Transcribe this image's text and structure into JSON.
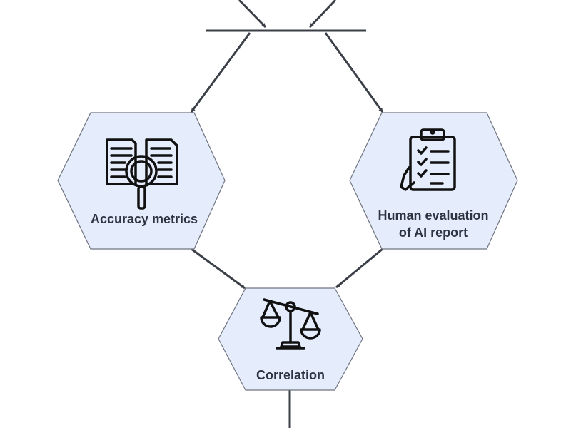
{
  "diagram": {
    "nodes": {
      "accuracy": {
        "label": "Accuracy metrics",
        "icon": "documents-magnifier-icon"
      },
      "human_eval": {
        "label_line1": "Human evaluation",
        "label_line2": "of AI report",
        "icon": "clipboard-checklist-icon"
      },
      "correlation": {
        "label": "Correlation",
        "icon": "balance-scale-icon"
      }
    },
    "colors": {
      "node_fill": "#e5ecfc",
      "node_stroke": "#6f7480",
      "edge": "#3b3f47",
      "label": "#2e3340",
      "icon": "#111111"
    }
  }
}
